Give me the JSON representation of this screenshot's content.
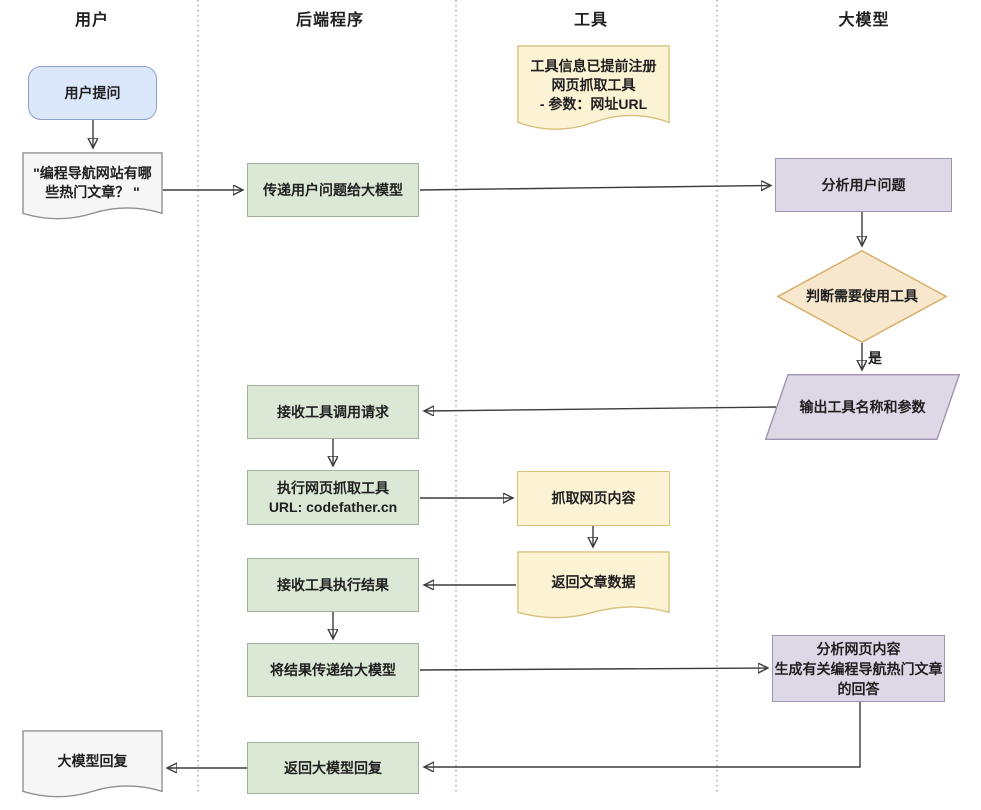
{
  "lanes": [
    {
      "title": "用户"
    },
    {
      "title": "后端程序"
    },
    {
      "title": "工具"
    },
    {
      "title": "大模型"
    }
  ],
  "edge_labels": {
    "yes": "是"
  },
  "nodes": {
    "user_ask": {
      "label": "用户提问"
    },
    "question_doc": {
      "label": "\"编程导航网站有哪些热门文章？ \""
    },
    "tool_info_doc": {
      "lines": [
        "工具信息已提前注册",
        "网页抓取工具",
        "- 参数：网址URL"
      ]
    },
    "pass_question": {
      "label": "传递用户问题给大模型"
    },
    "analyze_question": {
      "label": "分析用户问题"
    },
    "decide_tool": {
      "label": "判断需要使用工具"
    },
    "output_tool": {
      "label": "输出工具名称和参数"
    },
    "receive_call": {
      "label": "接收工具调用请求"
    },
    "exec_tool": {
      "lines": [
        "执行网页抓取工具",
        "URL: codefather.cn"
      ]
    },
    "scrape_content": {
      "label": "抓取网页内容"
    },
    "article_doc": {
      "label": "返回文章数据"
    },
    "receive_result": {
      "label": "接收工具执行结果"
    },
    "pass_result": {
      "label": "将结果传递给大模型"
    },
    "analyze_content": {
      "lines": [
        "分析网页内容",
        "生成有关编程导航热门文章",
        "的回答"
      ]
    },
    "return_reply": {
      "label": "返回大模型回复"
    },
    "reply_doc": {
      "label": "大模型回复"
    }
  },
  "colors": {
    "text": "#1f1f1f",
    "line": "#3c3c3c",
    "divider": "#a9a9a9",
    "blue_fill": "#dbe7fb",
    "blue_border": "#8ba0cb",
    "green_fill": "#dce8d6",
    "green_border": "#9fb297",
    "yellow_fill": "#fcf3d4",
    "yellow_border": "#d6c17c",
    "purple_fill": "#ded7e6",
    "purple_border": "#a193b2",
    "orange_fill": "#f7e7cd",
    "orange_border": "#d8ab62",
    "gray_fill": "#f6f6f6",
    "gray_border": "#8f8f8f"
  }
}
